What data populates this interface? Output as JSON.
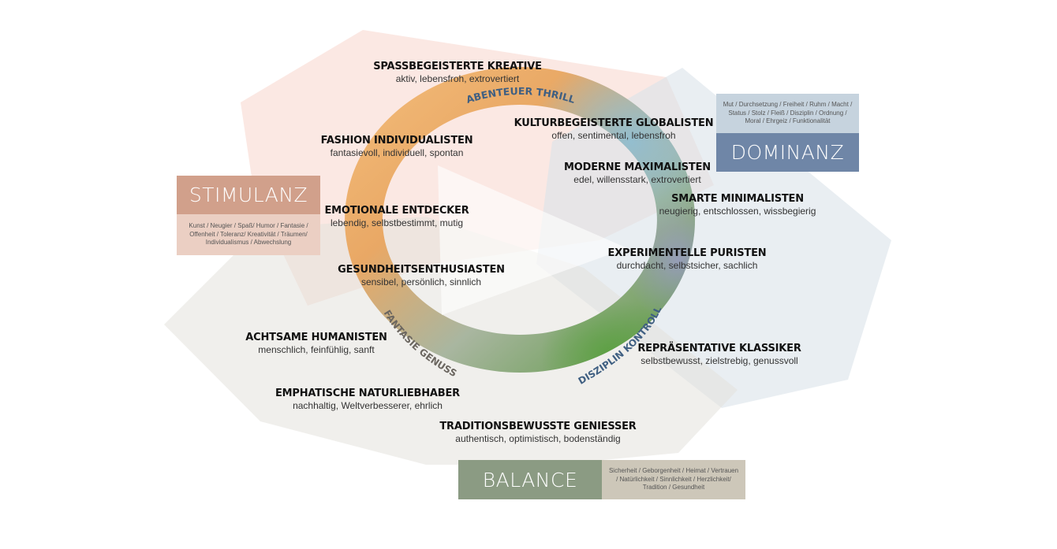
{
  "ring_labels": {
    "top": "ABENTEUER THRILL",
    "left": "FANTASIE GENUSS",
    "right": "DISZIPLIN KONTROLLE"
  },
  "segments": [
    {
      "title": "SPASSBEGEISTERTE KREATIVE",
      "desc": "aktiv, lebensfroh, extrovertiert"
    },
    {
      "title": "KULTURBEGEISTERTE GLOBALISTEN",
      "desc": "offen, sentimental, lebensfroh"
    },
    {
      "title": "FASHION INDIVIDUALISTEN",
      "desc": "fantasievoll, individuell, spontan"
    },
    {
      "title": "MODERNE MAXIMALISTEN",
      "desc": "edel, willensstark, extrovertiert"
    },
    {
      "title": "SMARTE MINIMALISTEN",
      "desc": "neugierig, entschlossen, wissbegierig"
    },
    {
      "title": "EMOTIONALE ENTDECKER",
      "desc": "lebendig, selbstbestimmt, mutig"
    },
    {
      "title": "EXPERIMENTELLE PURISTEN",
      "desc": "durchdacht, selbstsicher, sachlich"
    },
    {
      "title": "GESUNDHEITSENTHUSIASTEN",
      "desc": "sensibel, persönlich, sinnlich"
    },
    {
      "title": "ACHTSAME HUMANISTEN",
      "desc": "menschlich, feinfühlig, sanft"
    },
    {
      "title": "REPRÄSENTATIVE KLASSIKER",
      "desc": "selbstbewusst, zielstrebig, genussvoll"
    },
    {
      "title": "EMPHATISCHE NATURLIEBHABER",
      "desc": "nachhaltig, Weltverbesserer, ehrlich"
    },
    {
      "title": "TRADITIONSBEWUSSTE GENIESSER",
      "desc": "authentisch, optimistisch, bodenständig"
    }
  ],
  "boxes": {
    "stimulanz": {
      "title": "STIMULANZ",
      "keywords": "Kunst / Neugier / Spaß/ Humor / Fantasie / Offenheit / Toleranz/ Kreativität / Träumen/ Individualismus / Abwechslung",
      "color": "#d1a08b"
    },
    "dominanz": {
      "title": "DOMINANZ",
      "keywords": "Mut / Durchsetzung / Freiheit / Ruhm / Macht / Status / Stolz / Fleiß / Disziplin / Ordnung / Moral / Ehrgeiz / Funktionalität",
      "color": "#6f86a7"
    },
    "balance": {
      "title": "BALANCE",
      "keywords": "Sicherheit / Geborgenheit / Heimat / Vertrauen / Natürlichkeit / Sinnlichkeit / Herzlichkeit/ Tradition / Gesundheit",
      "color": "#8b9b83"
    }
  }
}
